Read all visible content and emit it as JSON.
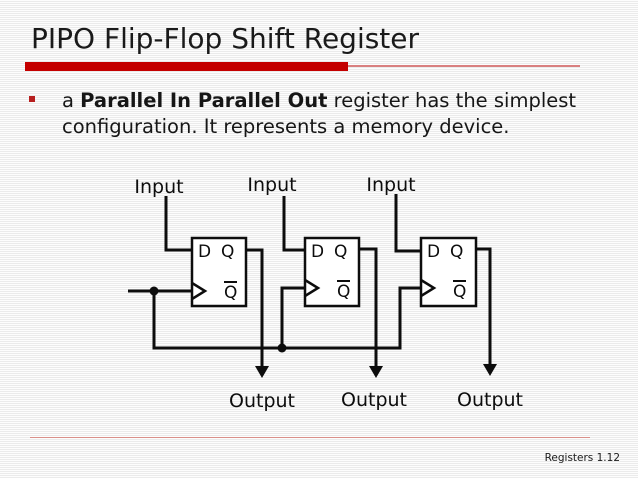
{
  "slide": {
    "title": "PIPO Flip-Flop Shift Register",
    "footer": "Registers 1.12"
  },
  "bullet": {
    "line1_pre": "a ",
    "line1_bold": "Parallel In Parallel Out",
    "line1_post": " register has the simplest",
    "line2": "configuration. It represents a memory device."
  },
  "diagram": {
    "input_label": "Input",
    "output_label": "Output",
    "d_label": "D",
    "q_label": "Q",
    "qbar_label": "Q"
  },
  "colors": {
    "accent_red": "#c40000",
    "thin_line_red": "#d98080",
    "bullet_red": "#b71f1f",
    "wire_black": "#0d0d0d"
  }
}
